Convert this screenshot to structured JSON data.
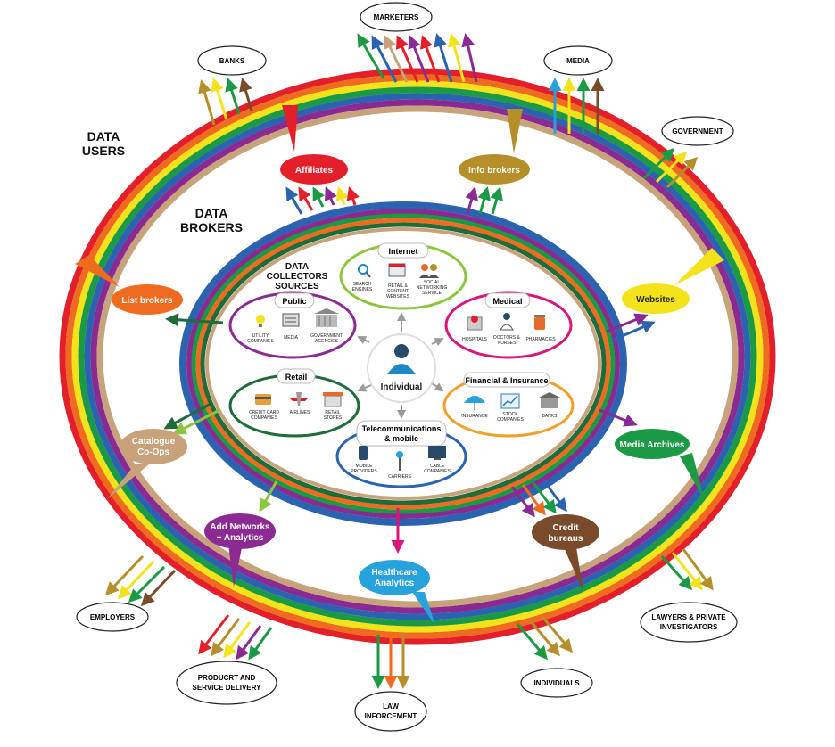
{
  "headings": {
    "data_users": [
      "DATA",
      "USERS"
    ],
    "data_brokers": [
      "DATA",
      "BROKERS"
    ],
    "collectors": [
      "DATA",
      "COLLECTORS",
      "SOURCES"
    ]
  },
  "center": {
    "label": "Individual"
  },
  "clusters": {
    "internet": {
      "title": "Internet",
      "items": [
        [
          "SEARCH",
          "ENGINES"
        ],
        [
          "RETAIL &",
          "CONTENT",
          "WEBSITES"
        ],
        [
          "SOCIAL",
          "NETWORKING",
          "SERVICE"
        ]
      ]
    },
    "public": {
      "title": "Public",
      "items": [
        [
          "UTILITY",
          "COMPANIES"
        ],
        [
          "MEDIA"
        ],
        [
          "GOVERNMENT",
          "AGENCIES"
        ]
      ]
    },
    "medical": {
      "title": "Medical",
      "items": [
        [
          "HOSPITALS"
        ],
        [
          "DOCTORS &",
          "NURSES"
        ],
        [
          "PHARMACIES"
        ]
      ]
    },
    "retail": {
      "title": "Retail",
      "items": [
        [
          "CREDIT CARD",
          "COMPANIES"
        ],
        [
          "AIRLINES"
        ],
        [
          "RETAIL",
          "STORES"
        ]
      ]
    },
    "financial": {
      "title": "Financial & Insurance",
      "items": [
        [
          "INSURANCE"
        ],
        [
          "STOCK",
          "COMPANIES"
        ],
        [
          "BANKS"
        ]
      ]
    },
    "telecom": {
      "title": [
        "Telecommunications",
        "& mobile"
      ],
      "items": [
        [
          "MOBILE",
          "PROVIDERS"
        ],
        [
          "CARRIERS"
        ],
        [
          "CABLE",
          "COMPANIES"
        ]
      ]
    }
  },
  "brokers": {
    "affiliates": {
      "label": [
        "Affiliates"
      ],
      "color": "#e3202a"
    },
    "info_brokers": {
      "label": [
        "Info brokers"
      ],
      "color": "#b48f2a"
    },
    "list_brokers": {
      "label": [
        "List brokers"
      ],
      "color": "#ef6b1f"
    },
    "websites": {
      "label": [
        "Websites"
      ],
      "color": "#f4e21a"
    },
    "catalogue": {
      "label": [
        "Catalogue",
        "Co-Ops"
      ],
      "color": "#c7a27a"
    },
    "media_archives": {
      "label": [
        "Media Archives"
      ],
      "color": "#1a9a44"
    },
    "add_networks": {
      "label": [
        "Add Networks",
        "+ Analytics"
      ],
      "color": "#8b2a92"
    },
    "credit_bureaus": {
      "label": [
        "Credit",
        "bureaus"
      ],
      "color": "#7a4b2a"
    },
    "healthcare": {
      "label": [
        "Healthcare",
        "Analytics"
      ],
      "color": "#28a2dc"
    }
  },
  "users": {
    "marketers": [
      "MARKETERS"
    ],
    "banks": [
      "BANKS"
    ],
    "media": [
      "MEDIA"
    ],
    "government": [
      "GOVERNMENT"
    ],
    "employers": [
      "EMPLOYERS"
    ],
    "lawyers": [
      "LAWYERS & PRIVATE",
      "INVESTIGATORS"
    ],
    "product": [
      "PRODUCRT AND",
      "SERVICE DELIVERY"
    ],
    "law": [
      "LAW",
      "INFORCEMENT"
    ],
    "individuals": [
      "INDIVIDUALS"
    ]
  },
  "colors": {
    "red": "#e3202a",
    "orange": "#ef6b1f",
    "yellow": "#f4e21a",
    "green": "#1a9a44",
    "blue": "#2b63b0",
    "purple": "#8b2a92",
    "tan": "#c7a27a",
    "brown": "#7a4b2a",
    "lightblue": "#28a2dc",
    "gold": "#b48f2a",
    "darkgreen": "#1f6b3a",
    "lime": "#8cc63f",
    "magenta": "#d9167c",
    "teal": "#2a7fbf",
    "pharmacy": "#e86a2a"
  }
}
